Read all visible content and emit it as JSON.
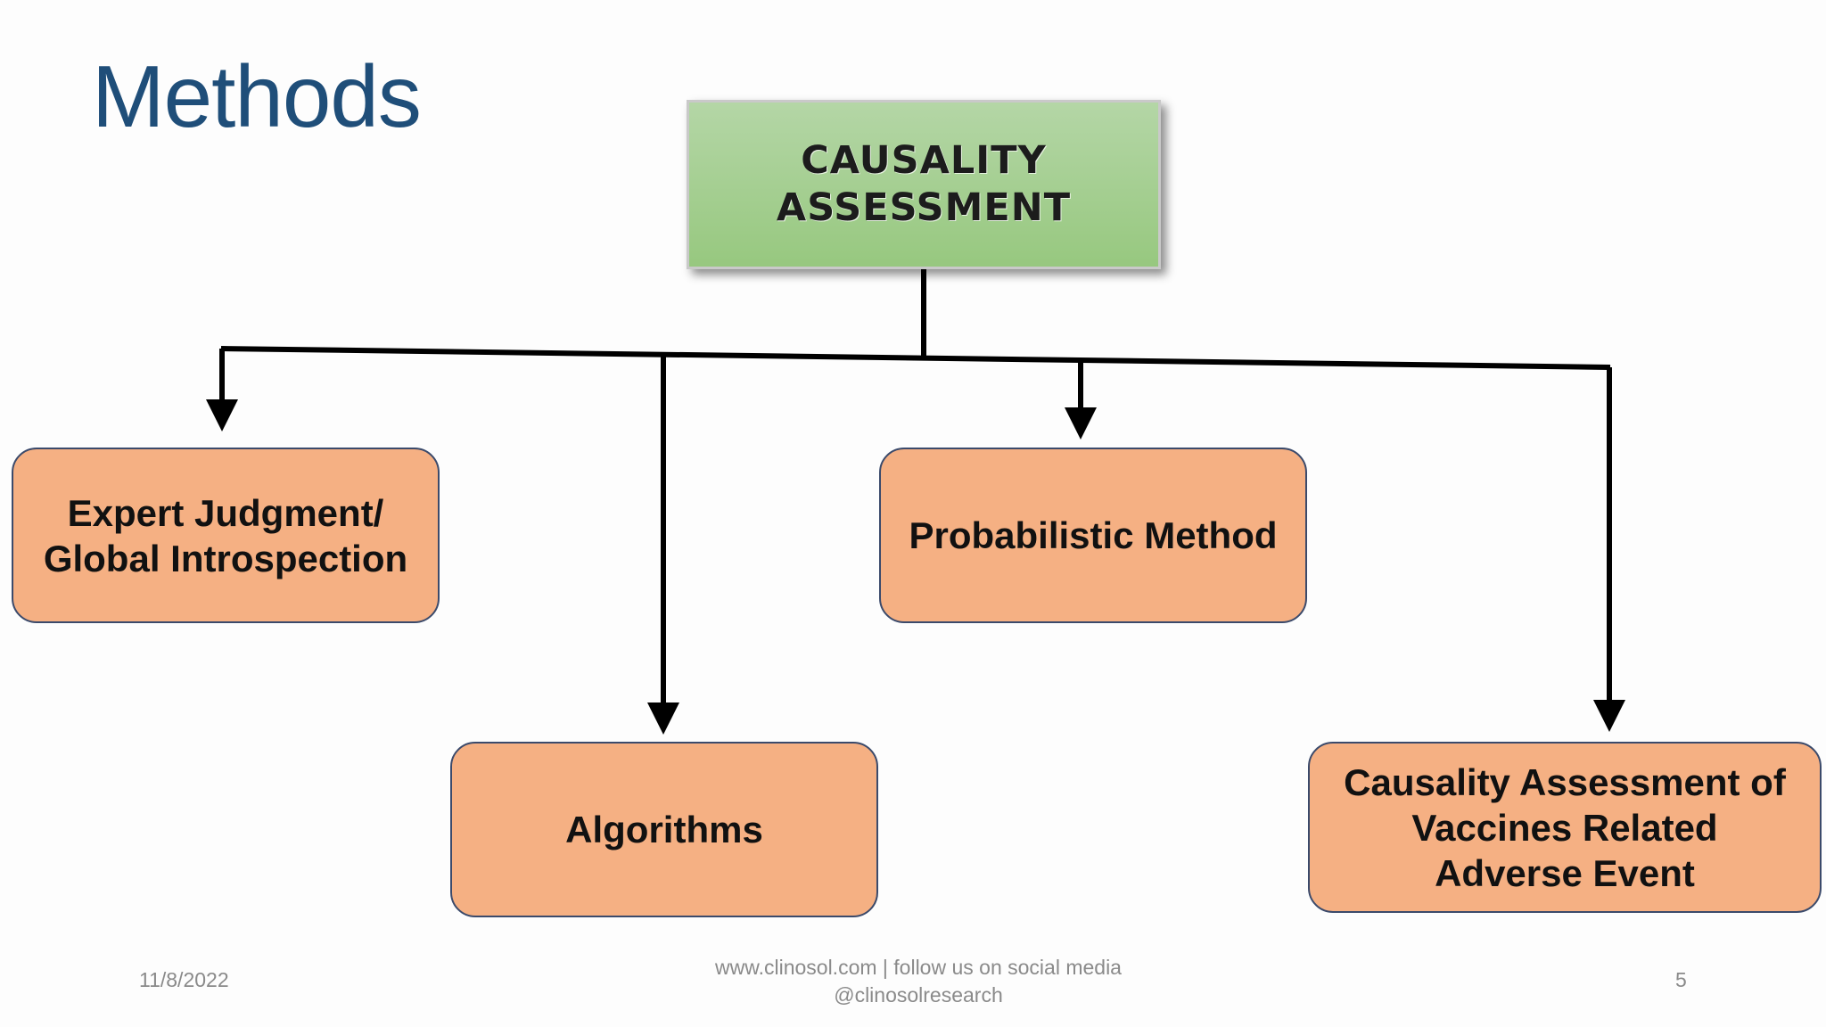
{
  "slide": {
    "title": "Methods",
    "root": "CAUSALITY\nASSESSMENT",
    "boxes": {
      "expert": "Expert Judgment/\nGlobal Introspection",
      "algorithms": "Algorithms",
      "probabilistic": "Probabilistic Method",
      "vaccines": "Causality Assessment of\nVaccines Related\nAdverse Event"
    },
    "colors": {
      "title": "#1f4e79",
      "root_fill": "#a6cf92",
      "box_fill": "#f5b083",
      "box_border": "#3b4a6b",
      "connector": "#000000"
    }
  },
  "footer": {
    "date": "11/8/2022",
    "website": "www.clinosol.com | follow us on social media",
    "handle": "@clinosolresearch",
    "page_number": "5"
  }
}
